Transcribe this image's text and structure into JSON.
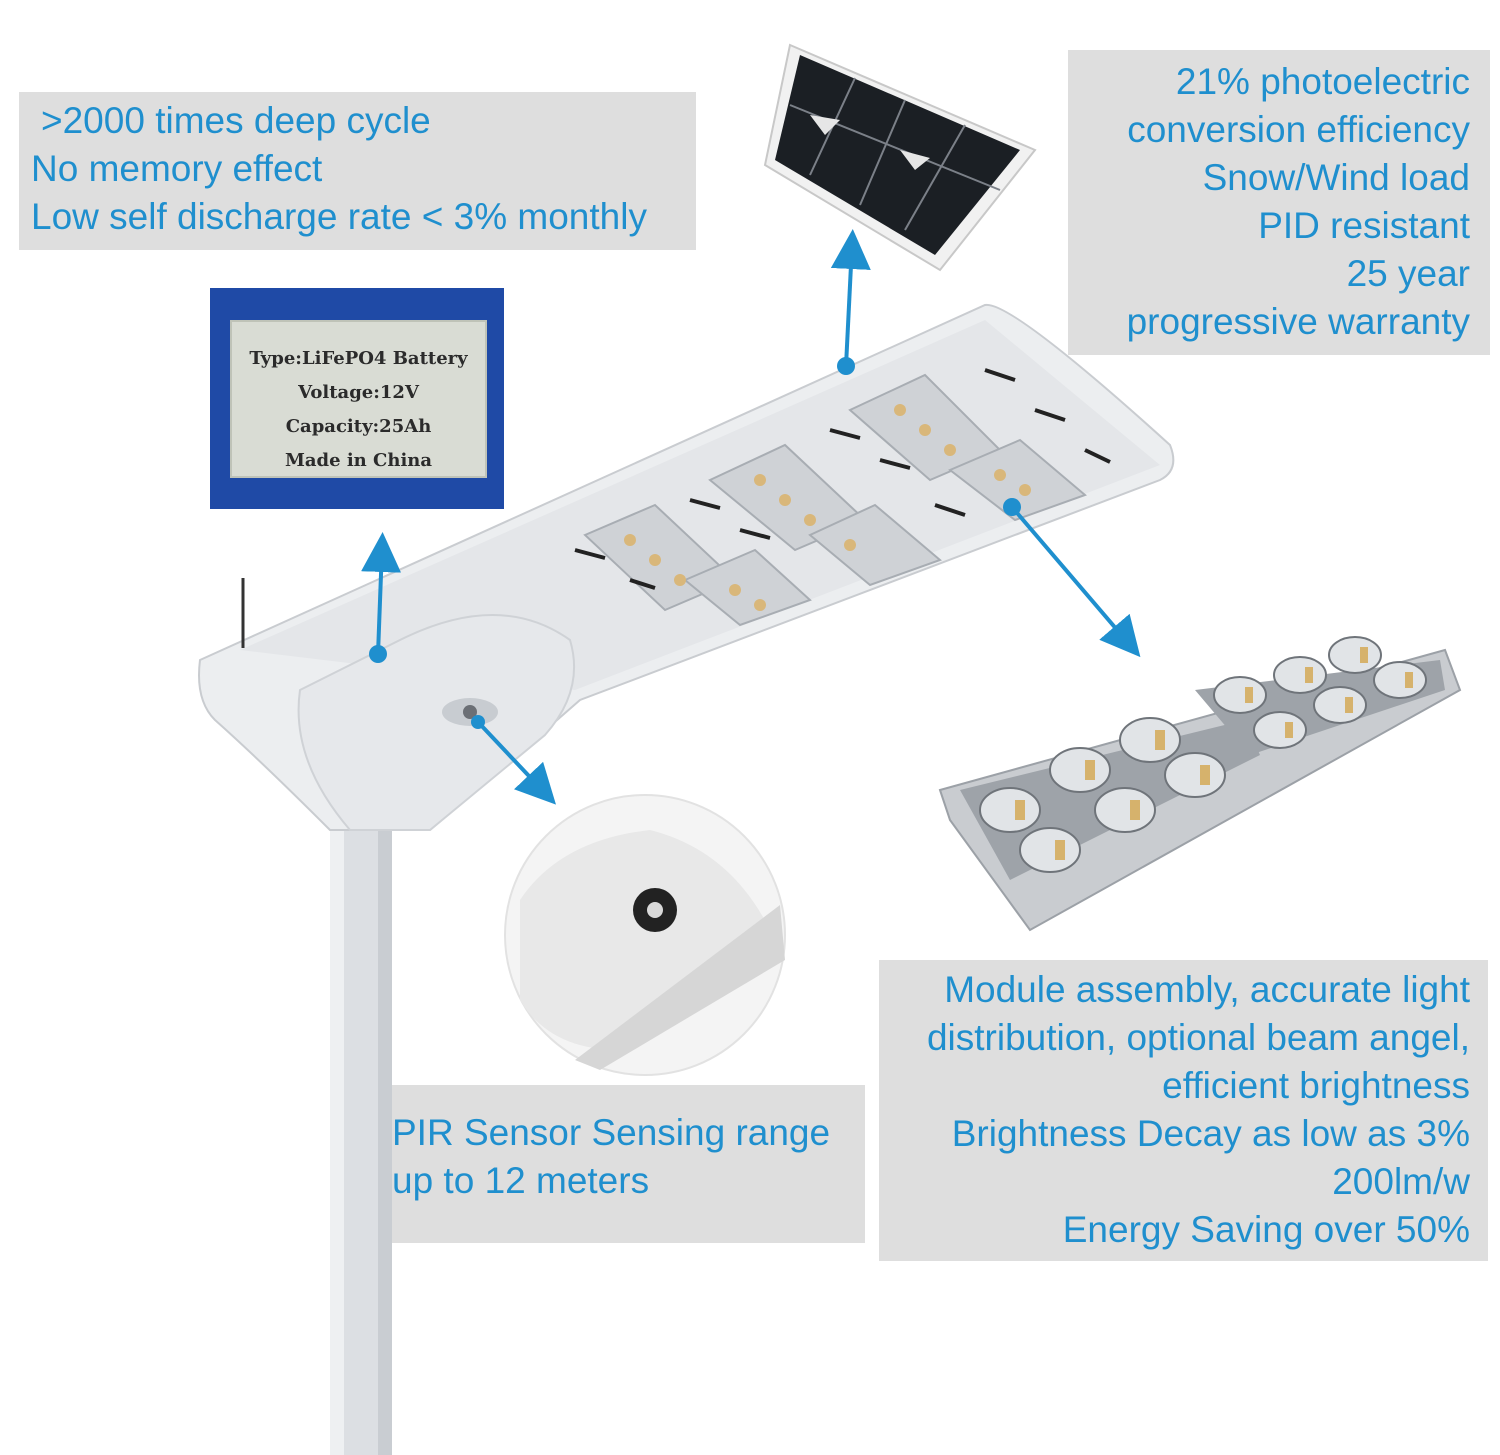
{
  "battery_features": {
    "lines": [
      ">2000 times deep cycle",
      "No memory effect",
      "Low self discharge rate < 3% monthly"
    ]
  },
  "battery_label": {
    "lines": [
      "Type:LiFePO4 Battery",
      "Voltage:12V",
      "Capacity:25Ah",
      "Made in China"
    ]
  },
  "solar_features": {
    "lines": [
      "21% photoelectric",
      "conversion efficiency",
      "Snow/Wind load",
      "PID resistant",
      "25 year",
      "progressive warranty"
    ]
  },
  "pir_features": {
    "lines": [
      "PIR Sensor Sensing range",
      "up to 12 meters"
    ]
  },
  "module_features": {
    "lines": [
      "Module assembly, accurate light",
      "distribution, optional beam angel,",
      "efficient brightness",
      "Brightness Decay as low as 3%",
      "200lm/w",
      "Energy Saving over 50%"
    ]
  },
  "colors": {
    "accent": "#1f8fce",
    "box_bg": "#dedede",
    "arrow": "#1f8fce",
    "battery_label_bg": "#1f4aa6"
  }
}
